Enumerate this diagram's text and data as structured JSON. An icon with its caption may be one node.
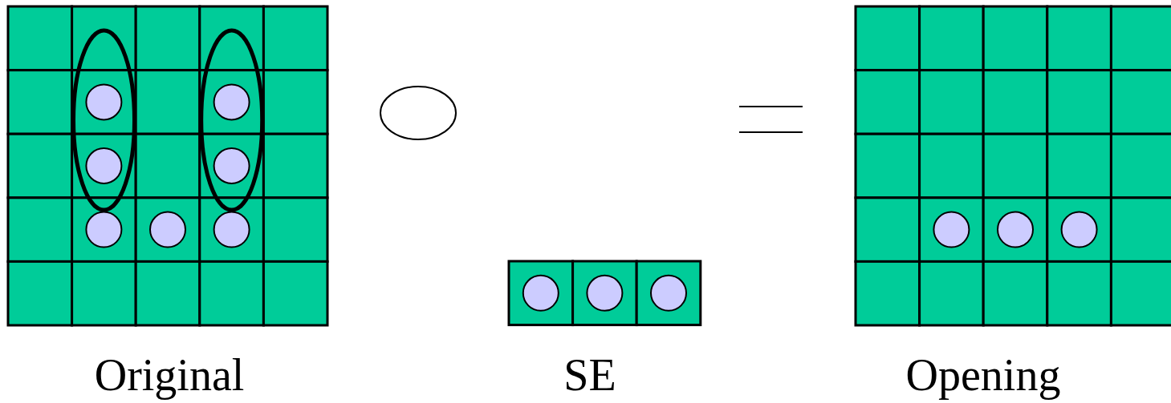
{
  "diagram": {
    "labels": [
      "Original",
      "SE",
      "Opening"
    ]
  }
}
